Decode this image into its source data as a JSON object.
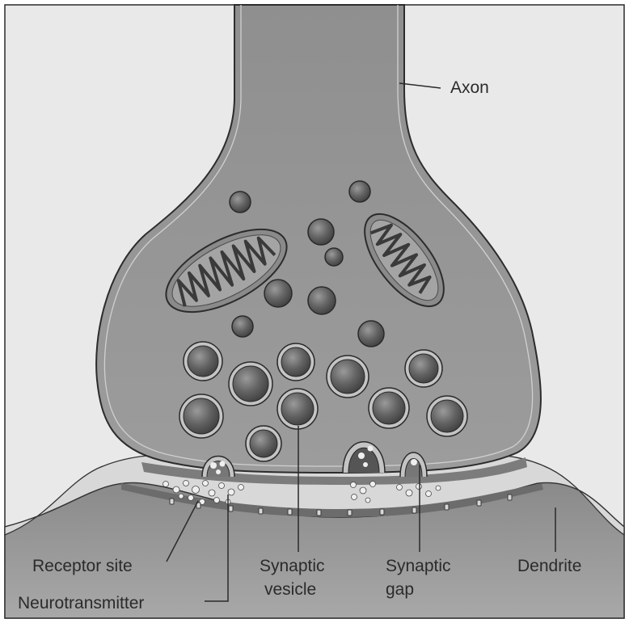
{
  "labels": {
    "axon": "Axon",
    "receptor_site": "Receptor site",
    "neurotransmitter": "Neurotransmitter",
    "synaptic_vesicle": [
      "Synaptic",
      "vesicle"
    ],
    "synaptic_gap": [
      "Synaptic",
      "gap"
    ],
    "dendrite": "Dendrite"
  }
}
